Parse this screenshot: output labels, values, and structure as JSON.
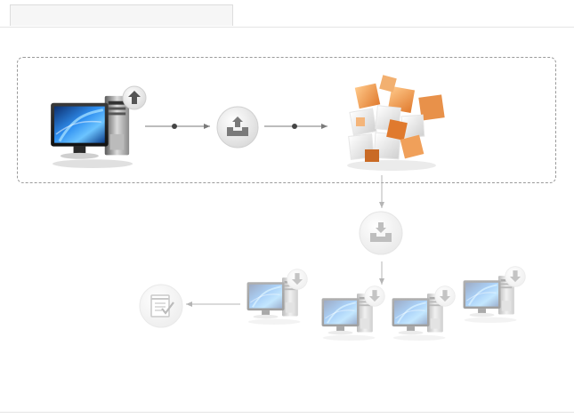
{
  "header": {
    "tab_label": ""
  },
  "diagram": {
    "nodes": [
      {
        "name": "source-computer",
        "icon": "desktop-computer-icon",
        "badge": "upload-arrow-icon"
      },
      {
        "name": "upload-step",
        "icon": "tray-upload-icon"
      },
      {
        "name": "cube-cloud",
        "icon": "cube-cluster-icon"
      },
      {
        "name": "download-step",
        "icon": "tray-download-icon"
      },
      {
        "name": "client-computer-1",
        "icon": "desktop-computer-icon",
        "badge": "download-arrow-icon"
      },
      {
        "name": "client-computer-2",
        "icon": "desktop-computer-icon",
        "badge": "download-arrow-icon"
      },
      {
        "name": "client-computer-3",
        "icon": "desktop-computer-icon",
        "badge": "download-arrow-icon"
      },
      {
        "name": "client-computer-4",
        "icon": "desktop-computer-icon",
        "badge": "download-arrow-icon"
      },
      {
        "name": "report-step",
        "icon": "checklist-notepad-icon"
      }
    ],
    "colors": {
      "connector": "#7a7a7a",
      "faded_connector": "#b5b5b5",
      "screen_blue": "#1a6fd0",
      "cube_orange": "#e8914a"
    }
  }
}
